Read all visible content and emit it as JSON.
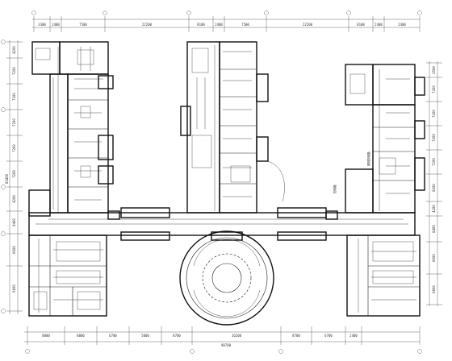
{
  "drawing": {
    "title": "",
    "colors": {
      "line": "#111111",
      "background": "#ffffff"
    }
  },
  "dimensions": {
    "top": [
      "3300",
      "2400",
      "7500",
      "22200",
      "8100",
      "2400",
      "7500",
      "22200",
      "8100",
      "2400",
      "2400"
    ],
    "bottom": [
      "8000",
      "8000",
      "6700",
      "5000",
      "8700",
      "16200",
      "8700",
      "6700",
      "2400"
    ],
    "bottom_total": "90700",
    "left": [
      "4200",
      "7200",
      "7200",
      "7200",
      "7200",
      "7200",
      "4200",
      "8400",
      "6600",
      "6600"
    ],
    "left_total": "83400",
    "right": [
      "3500",
      "7200",
      "7200",
      "7200",
      "7200",
      "8200",
      "4200",
      "8400",
      "6600",
      "6600"
    ]
  },
  "annotations": {
    "note_right_wing": "配电箱",
    "note_center_wing": "照明配电箱"
  }
}
